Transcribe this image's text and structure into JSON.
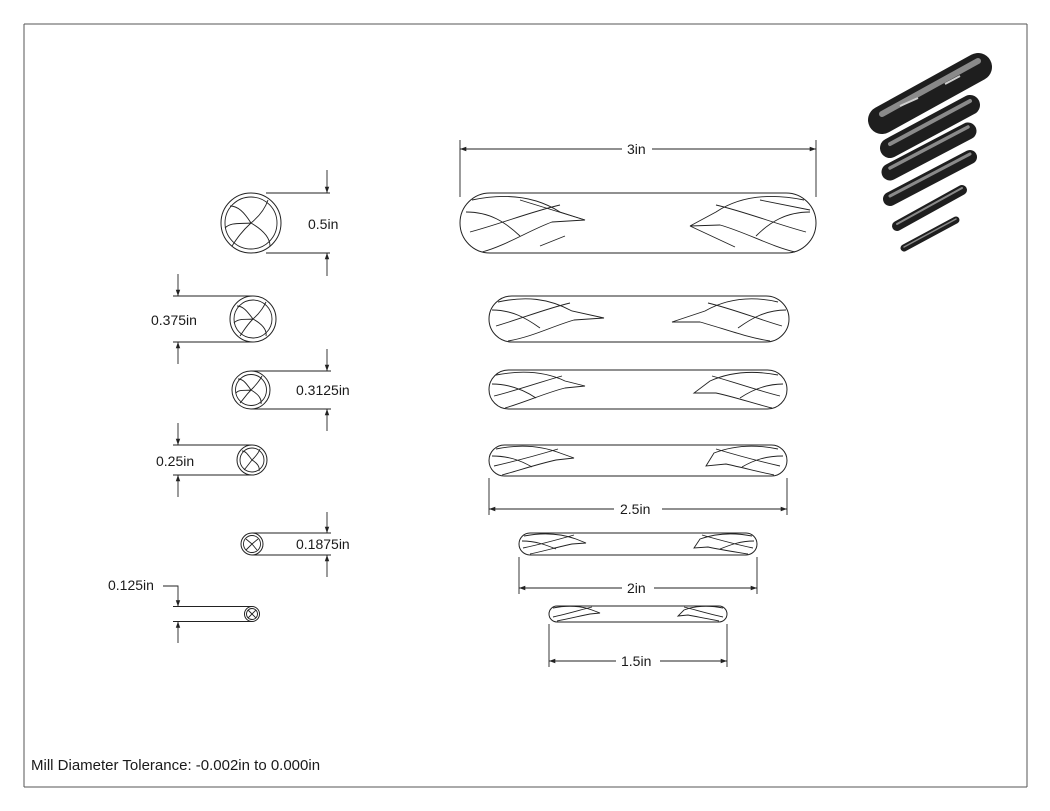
{
  "title_block": {
    "tolerance_note": "Mill Diameter Tolerance: -0.002in to 0.000in"
  },
  "end_views": [
    {
      "diameter_label": "0.5in"
    },
    {
      "diameter_label": "0.375in"
    },
    {
      "diameter_label": "0.3125in"
    },
    {
      "diameter_label": "0.25in"
    },
    {
      "diameter_label": "0.1875in"
    },
    {
      "diameter_label": "0.125in"
    }
  ],
  "side_views": [
    {
      "length_label": "3in"
    },
    {
      "length_label": ""
    },
    {
      "length_label": ""
    },
    {
      "length_label": "2.5in"
    },
    {
      "length_label": "2in"
    },
    {
      "length_label": "1.5in"
    }
  ],
  "colors": {
    "line": "#222222",
    "frame": "#555555",
    "render_dark": "#2b2b2b",
    "render_mid": "#6a6a6a",
    "render_light": "#bdbdbd"
  }
}
